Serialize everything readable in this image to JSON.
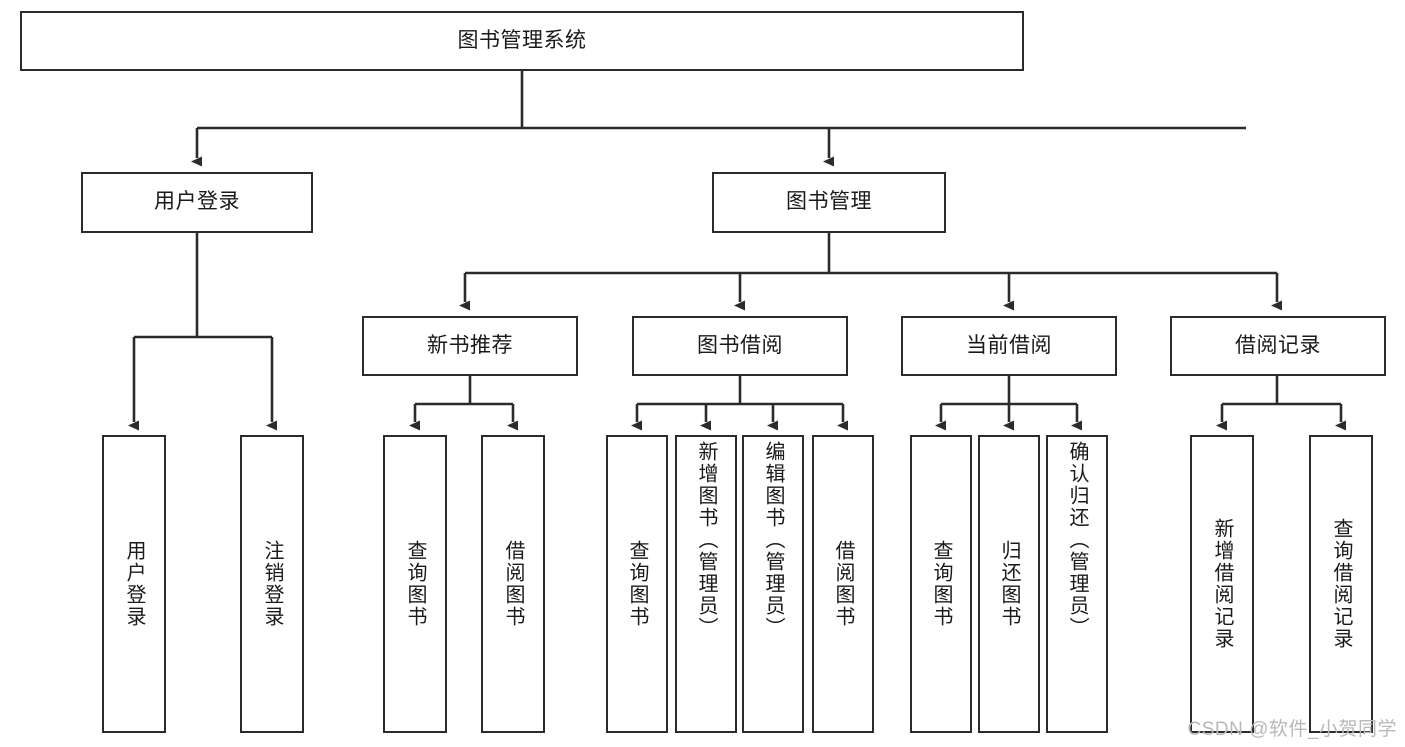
{
  "diagram": {
    "title": "图书管理系统",
    "type": "tree-hierarchy-diagram",
    "colors": {
      "stroke": "#2b2b2b",
      "fill": "#ffffff",
      "text": "#1a1a1a",
      "watermark": "#b8b8b8"
    },
    "levels": {
      "root": {
        "label": "图书管理系统"
      },
      "level2": [
        {
          "label": "用户登录"
        },
        {
          "label": "图书管理"
        }
      ],
      "level3": [
        {
          "label": "新书推荐"
        },
        {
          "label": "图书借阅"
        },
        {
          "label": "当前借阅"
        },
        {
          "label": "借阅记录"
        }
      ],
      "leaves": {
        "user_login": [
          {
            "label": "用户登录"
          },
          {
            "label": "注销登录"
          }
        ],
        "new_book_recommend": [
          {
            "label": "查询图书"
          },
          {
            "label": "借阅图书"
          }
        ],
        "book_borrow": [
          {
            "label": "查询图书"
          },
          {
            "label": "新增图书（管理员）"
          },
          {
            "label": "编辑图书（管理员）"
          },
          {
            "label": "借阅图书"
          }
        ],
        "current_borrow": [
          {
            "label": "查询图书"
          },
          {
            "label": "归还图书"
          },
          {
            "label": "确认归还（管理员）"
          }
        ],
        "borrow_record": [
          {
            "label": "新增借阅记录"
          },
          {
            "label": "查询借阅记录"
          }
        ]
      }
    }
  },
  "watermark": {
    "text": "CSDN @软件_小贺同学"
  }
}
